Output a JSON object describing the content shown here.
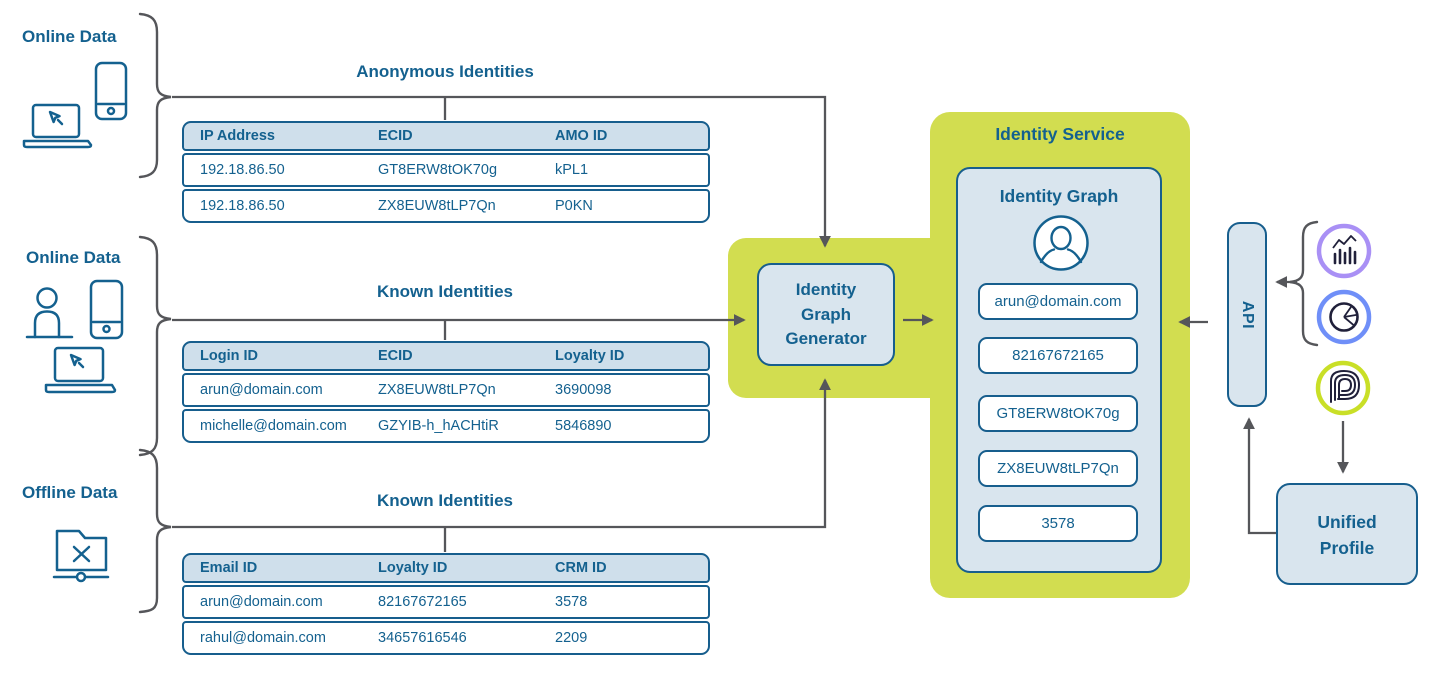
{
  "colors": {
    "text_blue": "#14618f",
    "border_blue": "#175e8d",
    "fill_light_blue": "#d9e5ee",
    "table_header_blue": "#cfdfeb",
    "panel_green": "#d2dd50",
    "connector_gray": "#55565a",
    "ring_purple": "#a990f5",
    "ring_blue": "#6f8ff8",
    "ring_yellow_green": "#c9df27",
    "icon_navy": "#20203a"
  },
  "groups": [
    {
      "label": "Online Data",
      "title": "Anonymous Identities",
      "icons": [
        "smartphone-icon",
        "laptop-cursor-icon"
      ],
      "table": {
        "headers": [
          "IP Address",
          "ECID",
          "AMO ID"
        ],
        "rows": [
          [
            "192.18.86.50",
            "GT8ERW8tOK70g",
            "kPL1"
          ],
          [
            "192.18.86.50",
            "ZX8EUW8tLP7Qn",
            "P0KN"
          ]
        ]
      }
    },
    {
      "label": "Online Data",
      "title": "Known Identities",
      "icons": [
        "person-icon",
        "smartphone-icon",
        "laptop-cursor-icon"
      ],
      "table": {
        "headers": [
          "Login ID",
          "ECID",
          "Loyalty ID"
        ],
        "rows": [
          [
            "arun@domain.com",
            "ZX8EUW8tLP7Qn",
            "3690098"
          ],
          [
            "michelle@domain.com",
            "GZYIB-h_hACHtiR",
            "5846890"
          ]
        ]
      }
    },
    {
      "label": "Offline Data",
      "title": "Known Identities",
      "icons": [
        "offline-folder-icon"
      ],
      "table": {
        "headers": [
          "Email ID",
          "Loyalty ID",
          "CRM ID"
        ],
        "rows": [
          [
            "arun@domain.com",
            "82167672165",
            "3578"
          ],
          [
            "rahul@domain.com",
            "34657616546",
            "2209"
          ]
        ]
      }
    }
  ],
  "generator": {
    "line1": "Identity",
    "line2": "Graph",
    "line3": "Generator"
  },
  "identity_service": {
    "title": "Identity Service",
    "graph_title": "Identity Graph",
    "person_icon": "user-avatar-icon",
    "chips": [
      "arun@domain.com",
      "82167672165",
      "GT8ERW8tOK70g",
      "ZX8EUW8tLP7Qn",
      "3578"
    ]
  },
  "api_label": "API",
  "unified_profile": {
    "line1": "Unified",
    "line2": "Profile"
  },
  "right_icons": [
    "bar-chart-icon",
    "pie-chart-icon",
    "audience-logo-icon"
  ]
}
